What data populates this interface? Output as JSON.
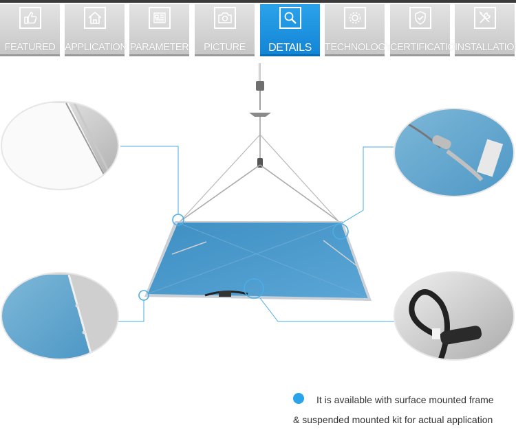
{
  "tabs": [
    {
      "label": "FEATURED",
      "icon": "thumbs-up-icon",
      "active": false
    },
    {
      "label": "APPLICATION",
      "icon": "house-icon",
      "active": false
    },
    {
      "label": "PARAMETER",
      "icon": "document-list-icon",
      "active": false
    },
    {
      "label": "PICTURE",
      "icon": "camera-icon",
      "active": false
    },
    {
      "label": "DETAILS",
      "icon": "magnifier-icon",
      "active": true
    },
    {
      "label": "TECHNOLOGY",
      "icon": "gear-icon",
      "active": false
    },
    {
      "label": "CERTIFICATION",
      "icon": "shield-check-icon",
      "active": false
    },
    {
      "label": "INSTALLATION",
      "icon": "tools-icon",
      "active": false
    }
  ],
  "colors": {
    "accent": "#2ba3ea",
    "tab_gray": "#d4d4d4",
    "panel_blue": "#4a98c8",
    "callout_line": "#4aaee6"
  },
  "legend": {
    "line1": "It is available with surface mounted frame",
    "line2": "& suspended mounted kit for actual application"
  }
}
